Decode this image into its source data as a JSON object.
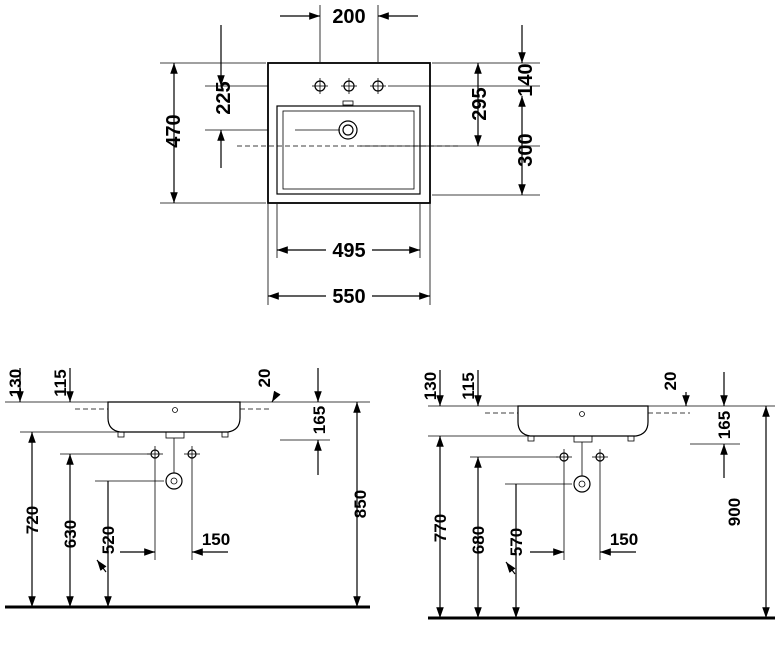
{
  "top_view": {
    "dimensions": {
      "tap_spacing": "200",
      "overall_depth": "470",
      "tap_to_drain": "225",
      "drain_from_front": "295",
      "taps_from_back": "140",
      "drain_to_front": "300",
      "bowl_width": "495",
      "overall_width": "550"
    }
  },
  "elevation_left": {
    "dimensions": {
      "top_offset": "130",
      "rim_offset": "115",
      "edge_thickness": "20",
      "basin_height": "165",
      "drain_height": "720",
      "supply_height": "630",
      "waste_height": "520",
      "supply_spacing": "150",
      "rim_height": "850"
    }
  },
  "elevation_right": {
    "dimensions": {
      "top_offset": "130",
      "rim_offset": "115",
      "edge_thickness": "20",
      "basin_height": "165",
      "drain_height": "770",
      "supply_height": "680",
      "waste_height": "570",
      "supply_spacing": "150",
      "rim_height": "900"
    }
  },
  "colors": {
    "line": "#000000",
    "background": "#ffffff"
  }
}
